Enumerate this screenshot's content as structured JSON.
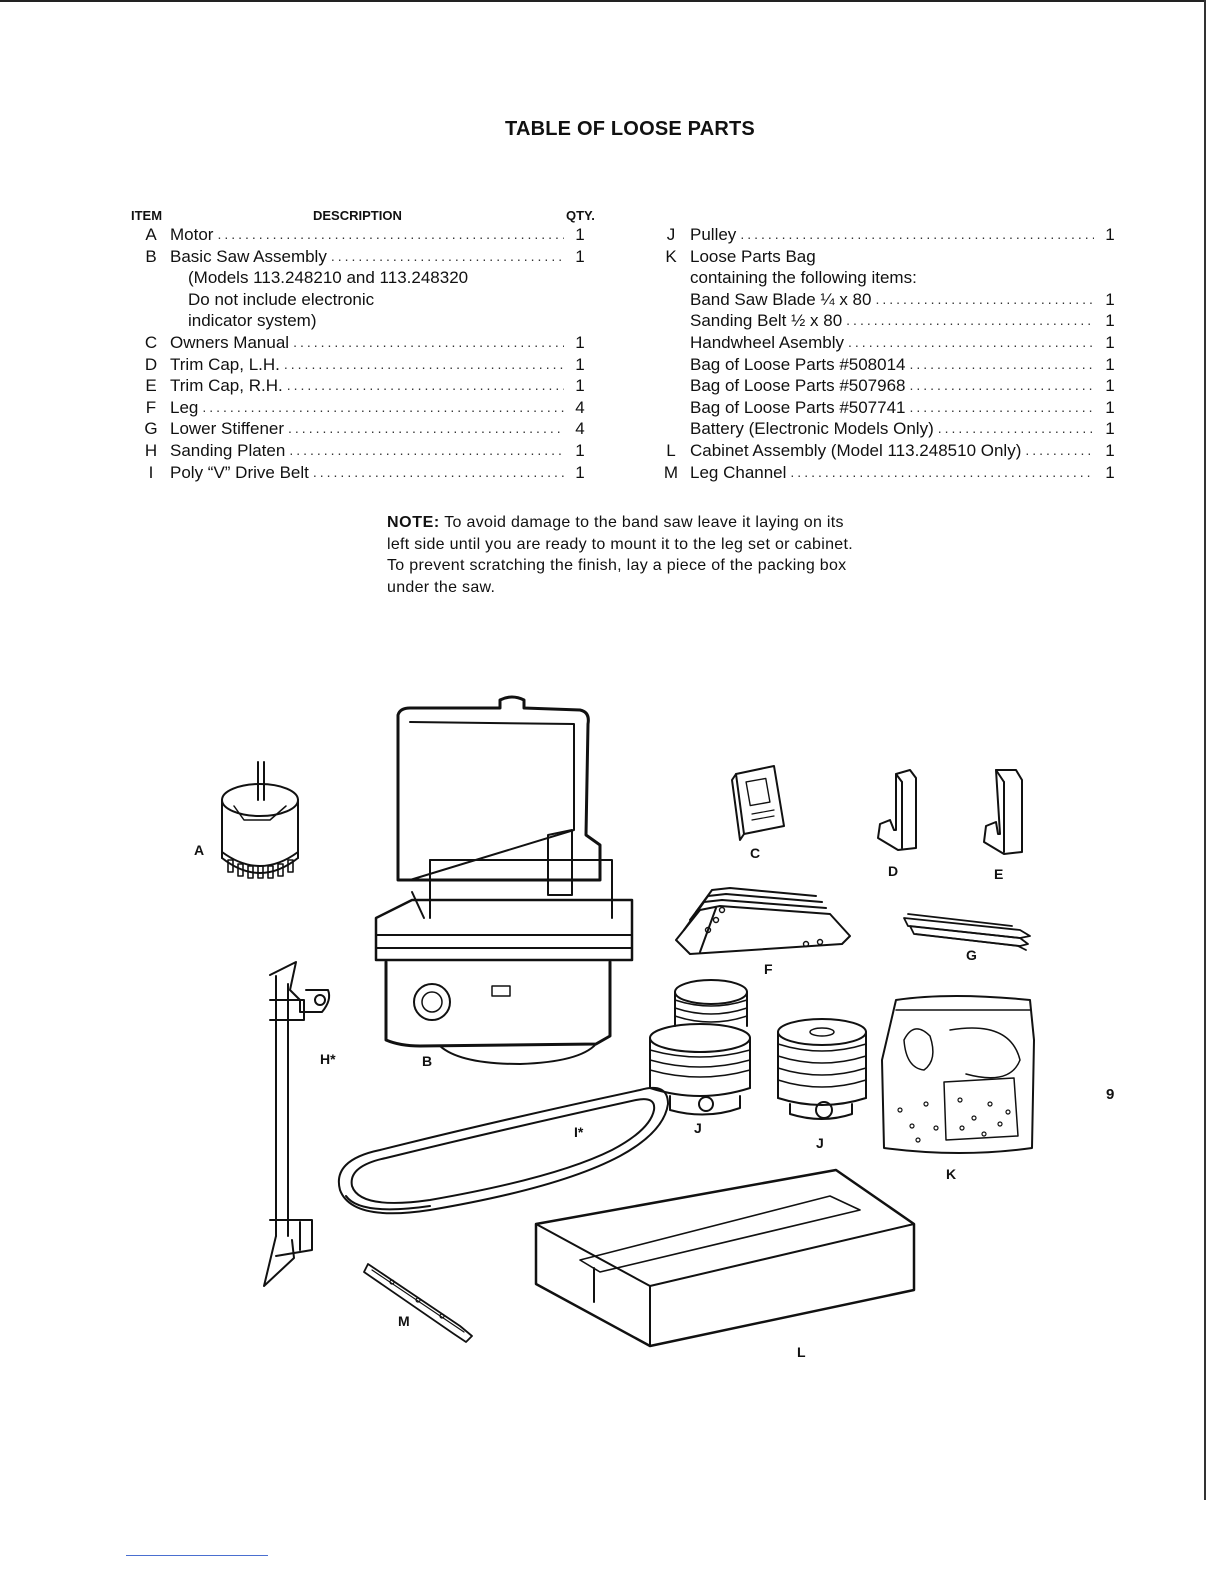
{
  "title": "TABLE OF LOOSE PARTS",
  "headers": {
    "item": "ITEM",
    "description": "DESCRIPTION",
    "qty": "QTY."
  },
  "left_parts": [
    {
      "letter": "A",
      "desc": "Motor",
      "qty": "1"
    },
    {
      "letter": "B",
      "desc": "Basic Saw Assembly",
      "qty": "1"
    },
    {
      "letter": "",
      "desc": "(Models 113.248210 and 113.248320",
      "qty": "",
      "sub": true
    },
    {
      "letter": "",
      "desc": "Do not include electronic",
      "qty": "",
      "sub": true
    },
    {
      "letter": "",
      "desc": "indicator system)",
      "qty": "",
      "sub": true
    },
    {
      "letter": "C",
      "desc": "Owners Manual",
      "qty": "1"
    },
    {
      "letter": "D",
      "desc": "Trim Cap, L.H.",
      "qty": "1"
    },
    {
      "letter": "E",
      "desc": "Trim Cap, R.H.",
      "qty": "1"
    },
    {
      "letter": "F",
      "desc": "Leg",
      "qty": "4"
    },
    {
      "letter": "G",
      "desc": "Lower Stiffener",
      "qty": "4"
    },
    {
      "letter": "H",
      "desc": "Sanding Platen",
      "qty": "1"
    },
    {
      "letter": "I",
      "desc": "Poly “V” Drive Belt",
      "qty": "1"
    }
  ],
  "right_parts": [
    {
      "letter": "J",
      "desc": "Pulley",
      "qty": "1"
    },
    {
      "letter": "K",
      "desc": "Loose Parts Bag",
      "qty": ""
    },
    {
      "letter": "",
      "desc": "containing the following items:",
      "qty": ""
    },
    {
      "letter": "",
      "desc": "Band Saw Blade ¼ x 80",
      "qty": "1"
    },
    {
      "letter": "",
      "desc": "Sanding Belt ½ x 80",
      "qty": "1"
    },
    {
      "letter": "",
      "desc": "Handwheel Asembly",
      "qty": "1"
    },
    {
      "letter": "",
      "desc": "Bag of Loose Parts #508014",
      "qty": "1"
    },
    {
      "letter": "",
      "desc": "Bag of Loose Parts #507968",
      "qty": "1"
    },
    {
      "letter": "",
      "desc": "Bag of Loose Parts #507741",
      "qty": "1"
    },
    {
      "letter": "",
      "desc": "Battery (Electronic Models Only)",
      "qty": "1"
    },
    {
      "letter": "L",
      "desc": "Cabinet Assembly (Model 113.248510 Only)",
      "qty": "1"
    },
    {
      "letter": "M",
      "desc": "Leg Channel",
      "qty": "1"
    }
  ],
  "note": {
    "label": "NOTE:",
    "text": "To avoid damage to the band saw leave it laying on its left side until you are ready to mount it to the leg set or cabinet. To prevent scratching the finish, lay a piece of the packing box under the saw."
  },
  "figure_labels": {
    "A": "A",
    "B": "B",
    "C": "C",
    "D": "D",
    "E": "E",
    "F": "F",
    "G": "G",
    "H": "H*",
    "I": "I*",
    "J1": "J",
    "J2": "J",
    "K": "K",
    "L": "L",
    "M": "M"
  },
  "page_number": "9"
}
